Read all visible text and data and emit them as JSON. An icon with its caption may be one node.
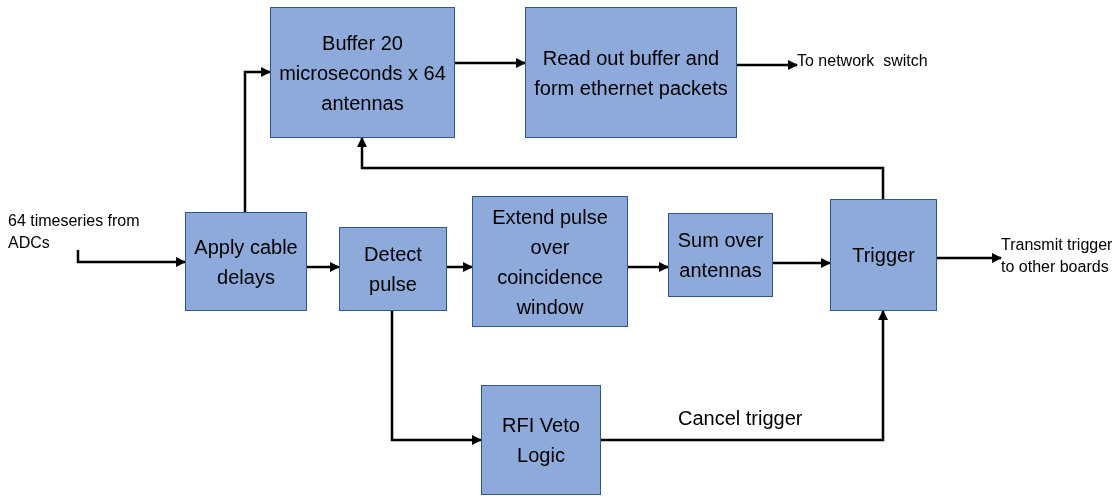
{
  "diagram": {
    "nodes": [
      {
        "text": [
          "64 timeseries from ADCs"
        ]
      },
      {
        "text": [
          "Apply cable delays"
        ]
      },
      {
        "text": [
          "Buffer 20 microseconds x 64 antennas"
        ]
      },
      {
        "text": [
          "Read out buffer and form ethernet packets"
        ]
      },
      {
        "text": [
          "To network  switch"
        ]
      },
      {
        "text": [
          "Detect pulse"
        ]
      },
      {
        "text": [
          "Extend pulse over coincidence window"
        ]
      },
      {
        "text": [
          "Sum over antennas"
        ]
      },
      {
        "text": [
          "Trigger"
        ]
      },
      {
        "text": [
          "Transmit trigger to other boards"
        ]
      },
      {
        "text": [
          "RFI Veto Logic"
        ]
      }
    ],
    "edges": [
      {
        "from": 0,
        "to": 1,
        "arrow": "to"
      },
      {
        "from": 1,
        "to": 2,
        "arrow": "to"
      },
      {
        "from": 2,
        "to": 3,
        "arrow": "to"
      },
      {
        "from": 3,
        "to": 4,
        "arrow": "to"
      },
      {
        "from": 1,
        "to": 5,
        "arrow": "to"
      },
      {
        "from": 5,
        "to": 6,
        "arrow": "to"
      },
      {
        "from": 6,
        "to": 7,
        "arrow": "to"
      },
      {
        "from": 7,
        "to": 8,
        "arrow": "to"
      },
      {
        "from": 8,
        "to": 9,
        "arrow": "to"
      },
      {
        "from": 8,
        "to": 2,
        "arrow": "to"
      },
      {
        "from": 5,
        "to": 10,
        "arrow": "to"
      },
      {
        "from": 10,
        "to": 8,
        "arrow": "to",
        "label": "Cancel trigger"
      }
    ]
  }
}
